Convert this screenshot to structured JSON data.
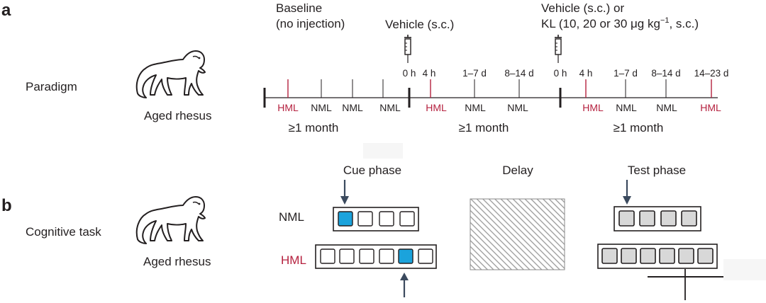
{
  "panel_a": {
    "letter": "a",
    "row_label": "Paradigm",
    "subject_label": "Aged rhesus",
    "baseline_title_line1": "Baseline",
    "baseline_title_line2": "(no injection)",
    "vehicle_title": "Vehicle (s.c.)",
    "kl_title_line1": "Vehicle (s.c.) or",
    "kl_title_line2_prefix": "KL (10, 20 or 30 μg kg",
    "kl_title_line2_sup": "−1",
    "kl_title_line2_suffix": ", s.c.)",
    "vehicle_times": [
      "0 h",
      "4 h",
      "1–7 d",
      "8–14 d"
    ],
    "kl_times": [
      "0 h",
      "4 h",
      "1–7 d",
      "8–14 d",
      "14–23 d"
    ],
    "baseline_tests": [
      "HML",
      "NML",
      "NML",
      "NML"
    ],
    "vehicle_tests": [
      "HML",
      "NML",
      "NML"
    ],
    "kl_tests": [
      "HML",
      "NML",
      "NML",
      "HML"
    ],
    "durations": [
      "≥1 month",
      "≥1 month",
      "≥1 month"
    ]
  },
  "panel_b": {
    "letter": "b",
    "row_label": "Cognitive task",
    "subject_label": "Aged rhesus",
    "cue_phase": "Cue phase",
    "delay": "Delay",
    "test_phase": "Test phase",
    "nml_label": "NML",
    "hml_label": "HML"
  },
  "colors": {
    "ink": "#231f20",
    "hml_red": "#b5213f",
    "cue_blue": "#1ba3dc",
    "arrow": "#3b4a5e",
    "test_gray": "#d8d8d8"
  }
}
